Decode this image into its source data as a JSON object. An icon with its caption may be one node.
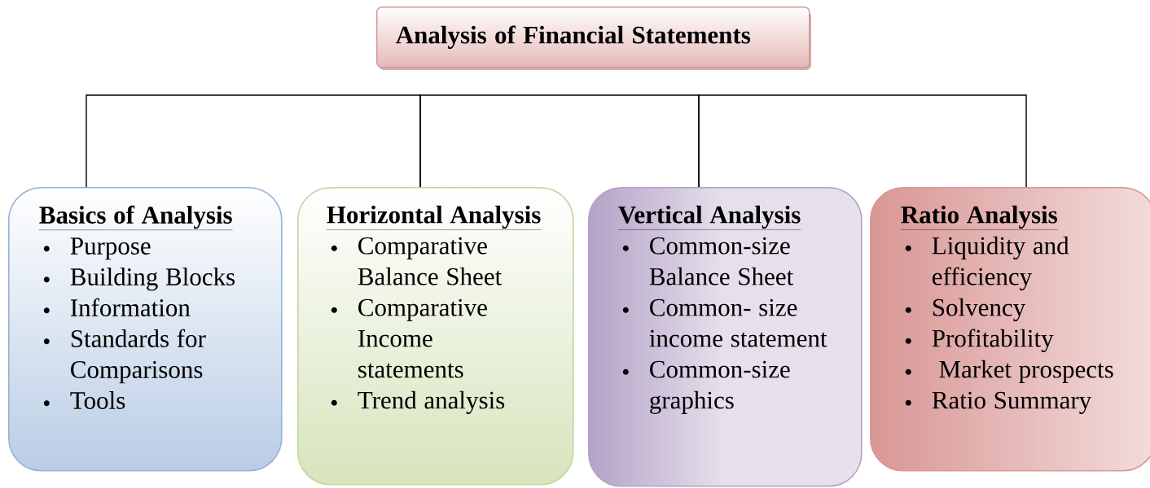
{
  "diagram": {
    "nodes": [
      {
        "text": [
          "Analysis of Financial Statements"
        ]
      },
      {
        "text": [
          "Basics of Analysis",
          "Purpose",
          "Building Blocks",
          "Information",
          "Standards for Comparisons",
          "Tools"
        ]
      },
      {
        "text": [
          "Horizontal Analysis",
          "Comparative Balance Sheet",
          "Comparative Income statements",
          "Trend analysis"
        ]
      },
      {
        "text": [
          "Vertical Analysis",
          "Common-size Balance Sheet",
          "Common- size income statement",
          "Common-size graphics"
        ]
      },
      {
        "text": [
          "Ratio Analysis",
          "Liquidity and efficiency",
          "Solvency",
          "Profitability",
          " Market prospects",
          "Ratio Summary"
        ]
      }
    ],
    "edges": [
      {
        "from": 1,
        "to": 2,
        "arrow": "none"
      },
      {
        "from": 2,
        "to": 3,
        "arrow": "none"
      },
      {
        "from": 3,
        "to": 4,
        "arrow": "none"
      }
    ]
  }
}
